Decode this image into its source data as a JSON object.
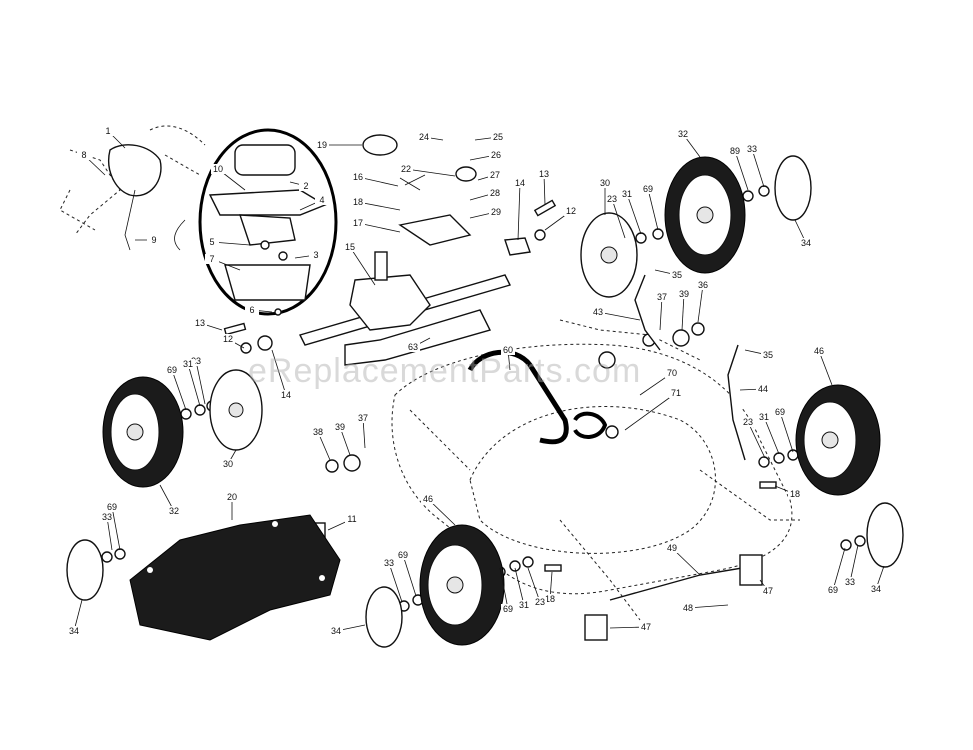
{
  "watermark": "eReplacementParts.com",
  "callouts": [
    "1",
    "2",
    "3",
    "4",
    "5",
    "6",
    "7",
    "8",
    "9",
    "10",
    "11",
    "12",
    "13",
    "14",
    "15",
    "16",
    "17",
    "18",
    "19",
    "20",
    "22",
    "23",
    "24",
    "25",
    "26",
    "27",
    "28",
    "29",
    "30",
    "31",
    "32",
    "33",
    "34",
    "35",
    "36",
    "37",
    "38",
    "39",
    "43",
    "44",
    "46",
    "47",
    "48",
    "49",
    "60",
    "63",
    "69",
    "70",
    "71",
    "89"
  ]
}
